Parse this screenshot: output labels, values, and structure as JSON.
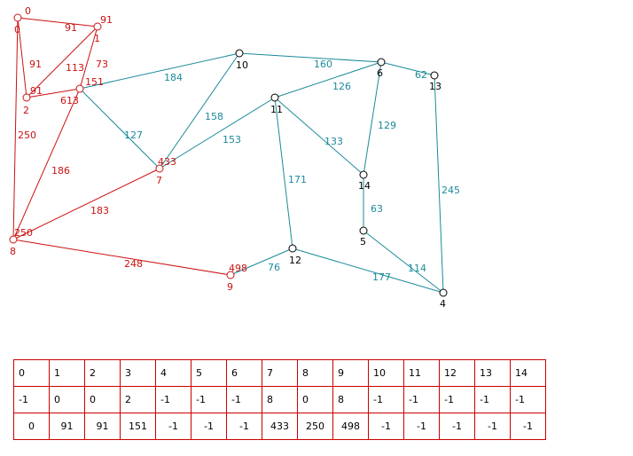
{
  "colors": {
    "red": "#cc1111",
    "teal": "#1a8a9a",
    "ink": "#000000",
    "grid": "#cc0000"
  },
  "graph": {
    "nodes": [
      {
        "id": "0",
        "label": "0",
        "value": "0",
        "state": "visited"
      },
      {
        "id": "1",
        "label": "1",
        "value": "91",
        "state": "visited"
      },
      {
        "id": "2",
        "label": "2",
        "value": "91",
        "state": "visited"
      },
      {
        "id": "3",
        "label": "613",
        "value": "151",
        "state": "visited"
      },
      {
        "id": "4",
        "label": "4",
        "value": "",
        "state": "unvisited"
      },
      {
        "id": "5",
        "label": "5",
        "value": "",
        "state": "unvisited"
      },
      {
        "id": "6",
        "label": "6",
        "value": "",
        "state": "unvisited"
      },
      {
        "id": "7",
        "label": "7",
        "value": "433",
        "state": "visited"
      },
      {
        "id": "8",
        "label": "8",
        "value": "250",
        "state": "visited"
      },
      {
        "id": "9",
        "label": "9",
        "value": "498",
        "state": "visited"
      },
      {
        "id": "10",
        "label": "10",
        "value": "",
        "state": "unvisited"
      },
      {
        "id": "11",
        "label": "11",
        "value": "",
        "state": "unvisited"
      },
      {
        "id": "12",
        "label": "12",
        "value": "",
        "state": "unvisited"
      },
      {
        "id": "13",
        "label": "13",
        "value": "",
        "state": "unvisited"
      },
      {
        "id": "14",
        "label": "14",
        "value": "",
        "state": "unvisited"
      }
    ],
    "edges": [
      {
        "from": "0",
        "to": "1",
        "weight": "91",
        "state": "tree"
      },
      {
        "from": "0",
        "to": "2",
        "weight": "91",
        "state": "tree"
      },
      {
        "from": "0",
        "to": "8",
        "weight": "250",
        "state": "tree"
      },
      {
        "from": "1",
        "to": "2",
        "weight": "113",
        "state": "tree"
      },
      {
        "from": "1",
        "to": "3",
        "weight": "73",
        "state": "tree"
      },
      {
        "from": "2",
        "to": "3",
        "weight": "",
        "state": "tree"
      },
      {
        "from": "3",
        "to": "8",
        "weight": "186",
        "state": "tree"
      },
      {
        "from": "8",
        "to": "7",
        "weight": "183",
        "state": "tree"
      },
      {
        "from": "8",
        "to": "9",
        "weight": "248",
        "state": "tree"
      },
      {
        "from": "3",
        "to": "10",
        "weight": "184",
        "state": "other"
      },
      {
        "from": "3",
        "to": "7",
        "weight": "127",
        "state": "other"
      },
      {
        "from": "7",
        "to": "10",
        "weight": "158",
        "state": "other"
      },
      {
        "from": "7",
        "to": "11",
        "weight": "153",
        "state": "other"
      },
      {
        "from": "10",
        "to": "6",
        "weight": "160",
        "state": "other"
      },
      {
        "from": "11",
        "to": "6",
        "weight": "126",
        "state": "other"
      },
      {
        "from": "6",
        "to": "13",
        "weight": "62",
        "state": "other"
      },
      {
        "from": "6",
        "to": "14",
        "weight": "129",
        "state": "other"
      },
      {
        "from": "11",
        "to": "14",
        "weight": "133",
        "state": "other"
      },
      {
        "from": "11",
        "to": "12",
        "weight": "171",
        "state": "other"
      },
      {
        "from": "14",
        "to": "5",
        "weight": "63",
        "state": "other"
      },
      {
        "from": "13",
        "to": "4",
        "weight": "245",
        "state": "other"
      },
      {
        "from": "5",
        "to": "4",
        "weight": "114",
        "state": "other"
      },
      {
        "from": "12",
        "to": "4",
        "weight": "177",
        "state": "other"
      },
      {
        "from": "9",
        "to": "12",
        "weight": "76",
        "state": "other"
      }
    ]
  },
  "table": {
    "header": [
      "0",
      "1",
      "2",
      "3",
      "4",
      "5",
      "6",
      "7",
      "8",
      "9",
      "10",
      "11",
      "12",
      "13",
      "14"
    ],
    "parent": [
      "-1",
      "0",
      "0",
      "2",
      "-1",
      "-1",
      "-1",
      "8",
      "0",
      "8",
      "-1",
      "-1",
      "-1",
      "-1",
      "-1"
    ],
    "distance": [
      "0",
      "91",
      "91",
      "151",
      "-1",
      "-1",
      "-1",
      "433",
      "250",
      "498",
      "-1",
      "-1",
      "-1",
      "-1",
      "-1"
    ]
  }
}
